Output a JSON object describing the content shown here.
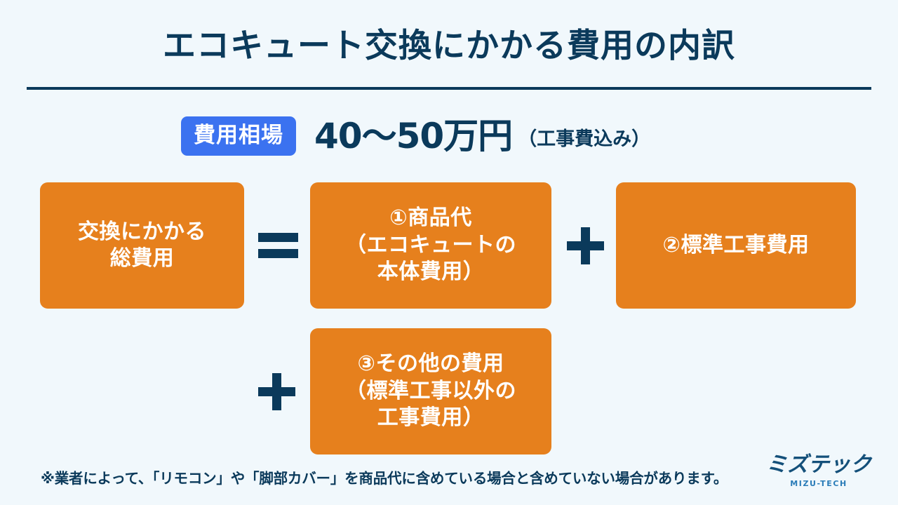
{
  "page": {
    "background_color": "#f1f8fc",
    "navy": "#0b3a5b",
    "orange": "#e6801d",
    "blue": "#3b72f0"
  },
  "header": {
    "title": "エコキュート交換にかかる費用の内訳"
  },
  "price": {
    "badge_label": "費用相場",
    "amount": "40〜50万円",
    "note": "（工事費込み）"
  },
  "formula": {
    "total_box": {
      "line1": "交換にかかる",
      "line2": "総費用"
    },
    "operator_equals": "=",
    "item1_box": {
      "line1": "①商品代",
      "line2": "（エコキュートの",
      "line3": "本体費用）"
    },
    "operator_plus_1": "+",
    "item2_box": {
      "line1": "②標準工事費用"
    },
    "operator_plus_2": "+",
    "item3_box": {
      "line1": "③その他の費用",
      "line2": "（標準工事以外の",
      "line3": "工事費用）"
    }
  },
  "footnote": {
    "text": "※業者によって、「リモコン」や「脚部カバー」を商品代に含めている場合と含めていない場合があります。"
  },
  "logo": {
    "mark": "ミズテック",
    "sub": "MIZU-TECH"
  }
}
